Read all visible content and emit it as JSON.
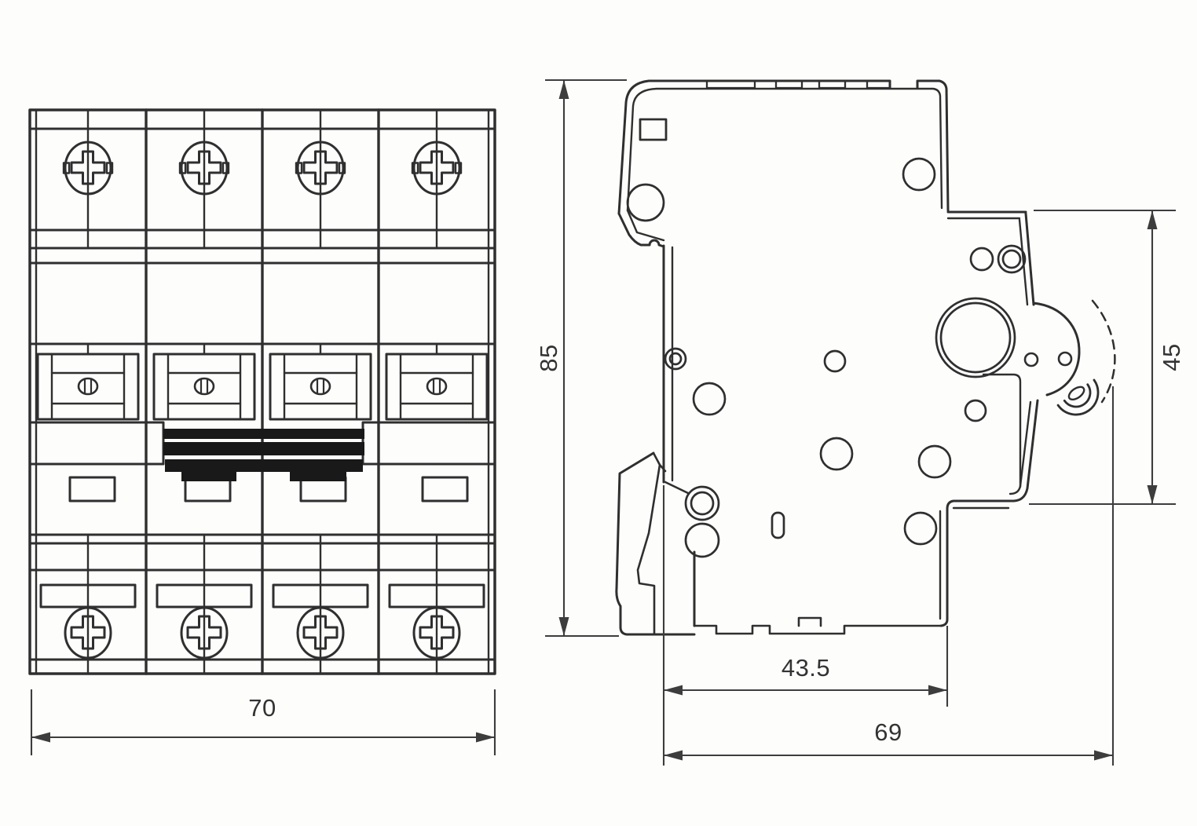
{
  "drawing": {
    "dimensions": {
      "front_width": "70",
      "overall_height": "85",
      "front_face_height": "45",
      "base_depth": "43.5",
      "overall_depth": "69"
    },
    "colors": {
      "line": "#2f2f2f",
      "dimension_line": "#3d3d3d",
      "handle_fill": "#191919",
      "background": "#fdfdfc"
    }
  }
}
